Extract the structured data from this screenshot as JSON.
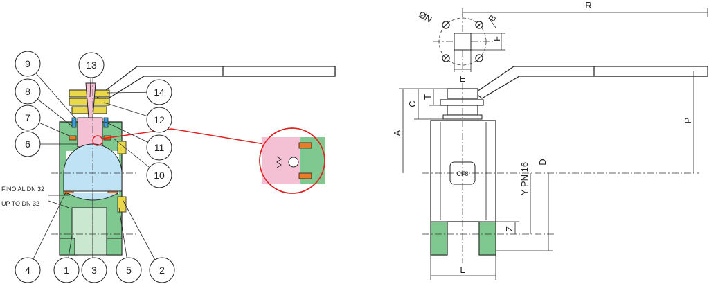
{
  "callouts": [
    "1",
    "2",
    "3",
    "4",
    "5",
    "6",
    "7",
    "8",
    "9",
    "10",
    "11",
    "12",
    "13",
    "14"
  ],
  "notes": {
    "it": "FINO AL DN 32",
    "en": "UP TO DN 32"
  },
  "dimensions": {
    "R": "R",
    "N": "ØN",
    "B": "B",
    "F": "F",
    "E": "E",
    "A": "A",
    "C": "C",
    "T": "T",
    "P": "P",
    "D": "D",
    "Y": "Y PN 16",
    "Z": "Z",
    "L": "L"
  },
  "body_marking": "CF8",
  "colors": {
    "body": "#7fc890",
    "stem": "#f3c0d4",
    "packing": "#e8d84a",
    "seat": "#e67d2a",
    "ball": "#bfe3f4",
    "seal_blue": "#3aa0dd",
    "detail": "#e02020",
    "plate": "#555555"
  }
}
